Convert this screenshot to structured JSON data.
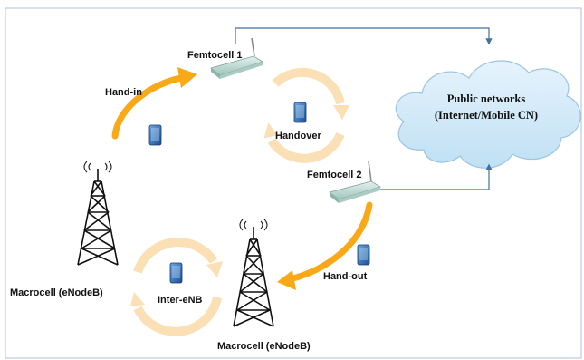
{
  "labels": {
    "femtocell1": "Femtocell 1",
    "femtocell2": "Femtocell 2",
    "hand_in": "Hand-in",
    "hand_out": "Hand-out",
    "handover": "Handover",
    "inter_enb": "Inter-eNB",
    "macrocell_left": "Macrocell (eNodeB)",
    "macrocell_bottom": "Macrocell (eNodeB)",
    "cloud_line1": "Public networks",
    "cloud_line2": "(Internet/Mobile CN)"
  },
  "colors": {
    "frame": "#a9c3da",
    "connector": "#41719c",
    "arrow_orange": "#f9a818",
    "cycle_arrow": "#fbdfb5",
    "cloud_fill": "#cfe7f6",
    "cloud_stroke": "#9cc4de",
    "femtocell_body": "#c3dcd6",
    "tower": "#111111",
    "phone_blue": "#3e7fc6"
  }
}
